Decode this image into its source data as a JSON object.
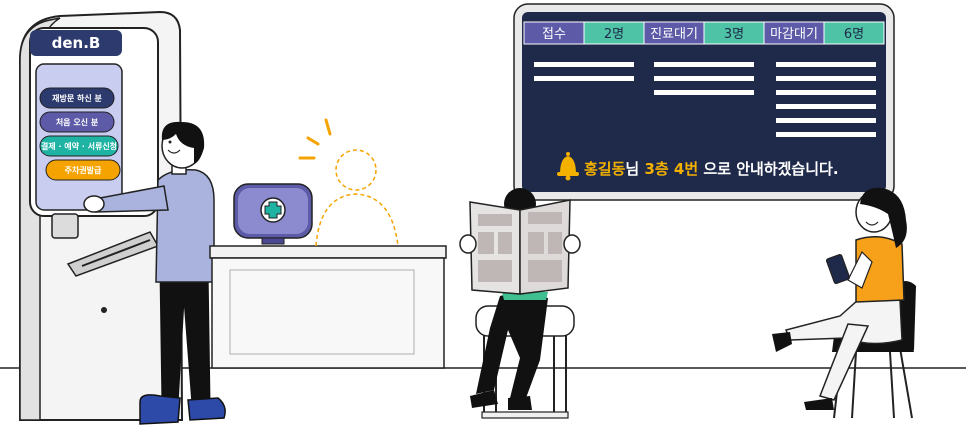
{
  "kiosk": {
    "logo": "den.B",
    "buttons": [
      {
        "label": "재방문 하신 분",
        "color": "#2d3a6e"
      },
      {
        "label": "처음 오신 분",
        "color": "#5d5aa8"
      },
      {
        "label": "결제 · 예약 · 서류신청",
        "color": "#1fb3a4"
      },
      {
        "label": "주차권발급",
        "color": "#f5a300"
      }
    ]
  },
  "board": {
    "columns": [
      {
        "label": "접수",
        "count": "2명"
      },
      {
        "label": "진료대기",
        "count": "3명"
      },
      {
        "label": "마감대기",
        "count": "6명"
      }
    ],
    "notice": {
      "name": "홍길동",
      "name_suffix": "님",
      "location": "3층 4번",
      "tail": "으로 안내하겠습니다."
    }
  },
  "colors": {
    "navy": "#1f2a4a",
    "purple": "#5d5aa8",
    "teal": "#4ec3a6",
    "yellow": "#f5b100",
    "sweater": "#a9b3de",
    "shirt": "#f7a11a",
    "shoe": "#2d4aa8"
  }
}
